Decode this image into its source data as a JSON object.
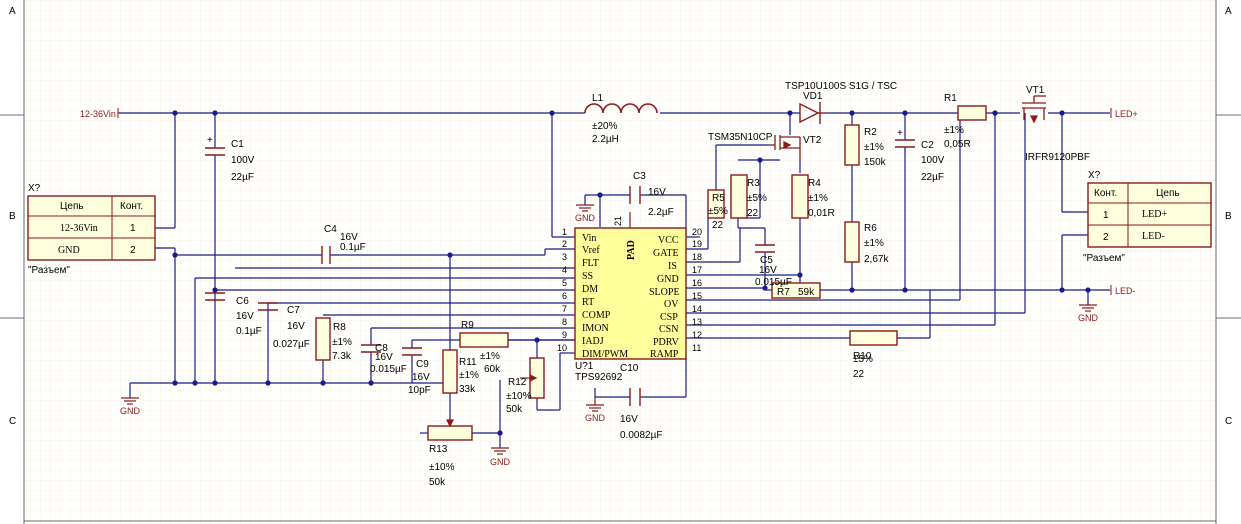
{
  "frame": {
    "rows_left": [
      "A",
      "B",
      "C"
    ],
    "rows_right": [
      "A",
      "B",
      "C"
    ]
  },
  "nets": {
    "vin": "12-36Vin",
    "led_plus": "LED+",
    "led_minus": "LED-",
    "gnd": "GND"
  },
  "ic": {
    "ref": "U?1",
    "value": "TPS92692",
    "pad_label": "PAD",
    "pad_num": "21",
    "left_pins": [
      {
        "num": "1",
        "name": "Vin"
      },
      {
        "num": "2",
        "name": "Vref"
      },
      {
        "num": "3",
        "name": "FLT"
      },
      {
        "num": "4",
        "name": "SS"
      },
      {
        "num": "5",
        "name": "DM"
      },
      {
        "num": "6",
        "name": "RT"
      },
      {
        "num": "7",
        "name": "COMP"
      },
      {
        "num": "8",
        "name": "IMON"
      },
      {
        "num": "9",
        "name": "IADJ"
      },
      {
        "num": "10",
        "name": "DIM/PWM"
      }
    ],
    "right_pins": [
      {
        "num": "20",
        "name": "VCC"
      },
      {
        "num": "19",
        "name": "GATE"
      },
      {
        "num": "18",
        "name": "IS"
      },
      {
        "num": "17",
        "name": "GND"
      },
      {
        "num": "16",
        "name": "SLOPE"
      },
      {
        "num": "15",
        "name": "OV"
      },
      {
        "num": "14",
        "name": "CSP"
      },
      {
        "num": "13",
        "name": "CSN"
      },
      {
        "num": "12",
        "name": "PDRV"
      },
      {
        "num": "11",
        "name": "RAMP"
      }
    ]
  },
  "components": {
    "L1": {
      "ref": "L1",
      "tol": "±20%",
      "val": "2.2µH"
    },
    "VD1": {
      "ref": "VD1",
      "val": "TSP10U100S S1G / TSC"
    },
    "VT2": {
      "ref": "VT2",
      "val": "TSM35N10CP"
    },
    "R1": {
      "ref": "R1",
      "tol": "±1%",
      "val": "0,05R"
    },
    "VT1": {
      "ref": "VT1",
      "val": "IRFR9120PBF"
    },
    "C1": {
      "ref": "C1",
      "v": "100V",
      "val": "22µF"
    },
    "C2": {
      "ref": "C2",
      "v": "100V",
      "val": "22µF"
    },
    "C3": {
      "ref": "C3",
      "v": "16V",
      "val": "2.2µF"
    },
    "C4": {
      "ref": "C4",
      "v": "16V",
      "val": "0.1µF"
    },
    "C5": {
      "ref": "C5",
      "v": "16V",
      "val": "0.015µF"
    },
    "C6": {
      "ref": "C6",
      "v": "16V",
      "val": "0.1µF"
    },
    "C7": {
      "ref": "C7",
      "v": "16V",
      "val": "0.027µF"
    },
    "C8": {
      "ref": "C8",
      "v": "16V",
      "val": "0.015µF"
    },
    "C9": {
      "ref": "C9",
      "v": "16V",
      "val": "10pF"
    },
    "C10": {
      "ref": "C10",
      "v": "16V",
      "val": "0.0082µF"
    },
    "R2": {
      "ref": "R2",
      "tol": "±1%",
      "val": "150k"
    },
    "R3": {
      "ref": "R3",
      "tol": "±5%",
      "val": "22"
    },
    "R4": {
      "ref": "R4",
      "tol": "±1%",
      "val": "0,01R"
    },
    "R5": {
      "ref": "R5",
      "tol": "±5%",
      "val": "22"
    },
    "R6": {
      "ref": "R6",
      "tol": "±1%",
      "val": "2,67k"
    },
    "R7": {
      "ref": "R7",
      "val": "59k"
    },
    "R8": {
      "ref": "R8",
      "tol": "±1%",
      "val": "7.3k"
    },
    "R9": {
      "ref": "R9",
      "tol": "±1%",
      "val": "60k"
    },
    "R10": {
      "ref": "R10",
      "tol": "±5%",
      "val": "22"
    },
    "R11": {
      "ref": "R11",
      "tol": "±1%",
      "val": "33k"
    },
    "R12": {
      "ref": "R12",
      "tol": "±10%",
      "val": "50k"
    },
    "R13": {
      "ref": "R13",
      "tol": "±10%",
      "val": "50k"
    }
  },
  "connector_in": {
    "ref": "X?",
    "caption": "\"Разъем\"",
    "head_net": "Цепь",
    "head_contact": "Конт.",
    "rows": [
      {
        "net": "12-36Vin",
        "contact": "1"
      },
      {
        "net": "GND",
        "contact": "2"
      }
    ]
  },
  "connector_out": {
    "ref": "X?",
    "caption": "\"Разъем\"",
    "head_contact": "Конт.",
    "head_net": "Цепь",
    "rows": [
      {
        "contact": "1",
        "net": "LED+"
      },
      {
        "contact": "2",
        "net": "LED-"
      }
    ]
  }
}
